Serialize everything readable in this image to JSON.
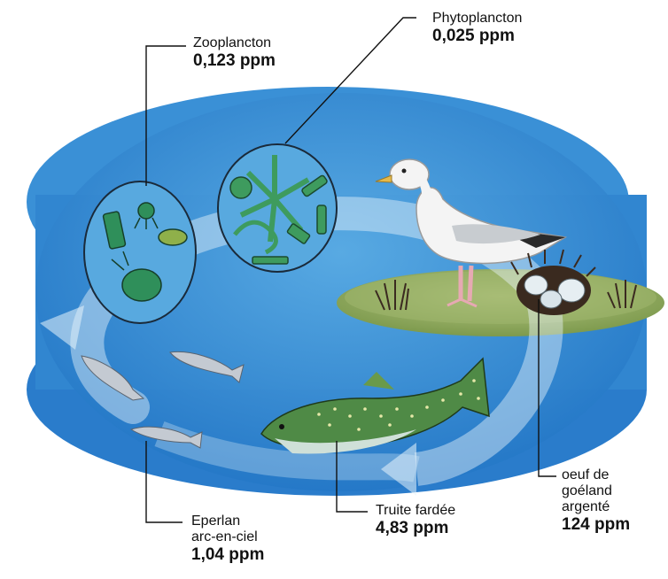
{
  "labels": {
    "zooplancton": {
      "name": "Zooplancton",
      "value": "0,123 ppm"
    },
    "phytoplancton": {
      "name": "Phytoplancton",
      "value": "0,025 ppm"
    },
    "eperlan": {
      "name_line1": "Eperlan",
      "name_line2": "arc-en-ciel",
      "value": "1,04 ppm"
    },
    "truite": {
      "name": "Truite fardée",
      "value": "4,83 ppm"
    },
    "oeuf": {
      "name_line1": "oeuf de",
      "name_line2": "goéland",
      "name_line3": "argenté",
      "value": "124 ppm"
    }
  },
  "colors": {
    "lake_light": "#5fb0e6",
    "lake_dark": "#1f73c4",
    "island": "#8aa85a",
    "cycle_arrow": "#e8f4fb",
    "leader_line": "#111111"
  }
}
